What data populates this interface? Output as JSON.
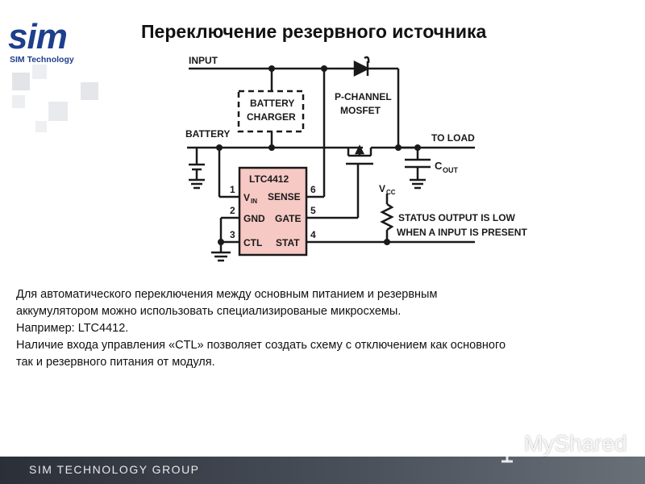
{
  "logo": {
    "mark": "sim",
    "tagline": "SIM Technology"
  },
  "title": "Переключение резервного источника",
  "diagram": {
    "input": "INPUT",
    "battery_charger_1": "BATTERY",
    "battery_charger_2": "CHARGER",
    "mosfet_1": "P-CHANNEL",
    "mosfet_2": "MOSFET",
    "battery": "BATTERY",
    "to_load": "TO LOAD",
    "cout_main": "C",
    "cout_sub": "OUT",
    "ic_name": "LTC4412",
    "pin_vin_main": "V",
    "pin_vin_sub": "IN",
    "pin_sense": "SENSE",
    "pin_gnd": "GND",
    "pin_gate": "GATE",
    "pin_ctl": "CTL",
    "pin_stat": "STAT",
    "pin1": "1",
    "pin2": "2",
    "pin3": "3",
    "pin4": "4",
    "pin5": "5",
    "pin6": "6",
    "vcc_main": "V",
    "vcc_sub": "CC",
    "status_1": "STATUS OUTPUT IS LOW",
    "status_2": "WHEN A INPUT IS PRESENT"
  },
  "body": {
    "line1": "Для автоматического переключения между основным питанием и резервным",
    "line2": "аккумулятором можно использовать специализированые микросхемы.",
    "line3": "Например: LTC4412.",
    "line4": "Наличие входа управления «CTL»  позволяет создать схему с отключением как основного",
    "line5": "так и резервного питания от модуля."
  },
  "footer": {
    "text": "SIM TECHNOLOGY GROUP"
  },
  "watermark": {
    "text": "MyShared"
  },
  "colors": {
    "brand_blue": "#1d3f8c",
    "ic_fill": "#f7c9c4",
    "wire": "#1a1a1a"
  }
}
